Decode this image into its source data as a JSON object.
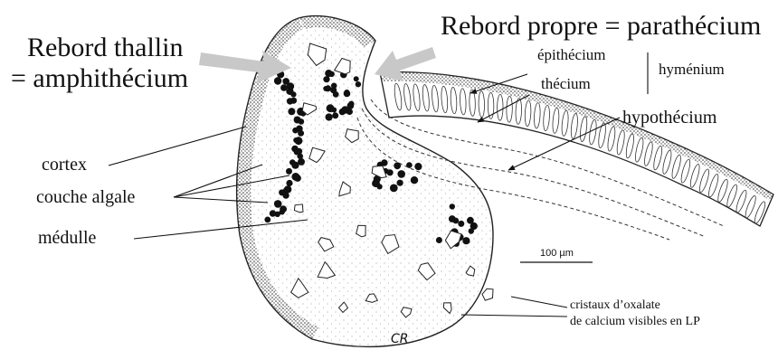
{
  "titles": {
    "rebord_thallin_line1": "Rebord thallin",
    "rebord_thallin_line2": "= amphithécium",
    "rebord_propre": "Rebord propre = parathécium"
  },
  "labels": {
    "epithecium": "épithécium",
    "thecium": "thécium",
    "hymenium": "hyménium",
    "hypothecium": "hypothécium",
    "cortex": "cortex",
    "couche_algale": "couche algale",
    "medulle": "médulle"
  },
  "scale_bar": {
    "label": "100 µm"
  },
  "note": {
    "line1": "cristaux d’oxalate",
    "line2": "de calcium visibles en LP"
  },
  "signature": "CR",
  "colors": {
    "arrow": "#c8c8c8",
    "ink": "#111111",
    "stipple": "#555555"
  }
}
